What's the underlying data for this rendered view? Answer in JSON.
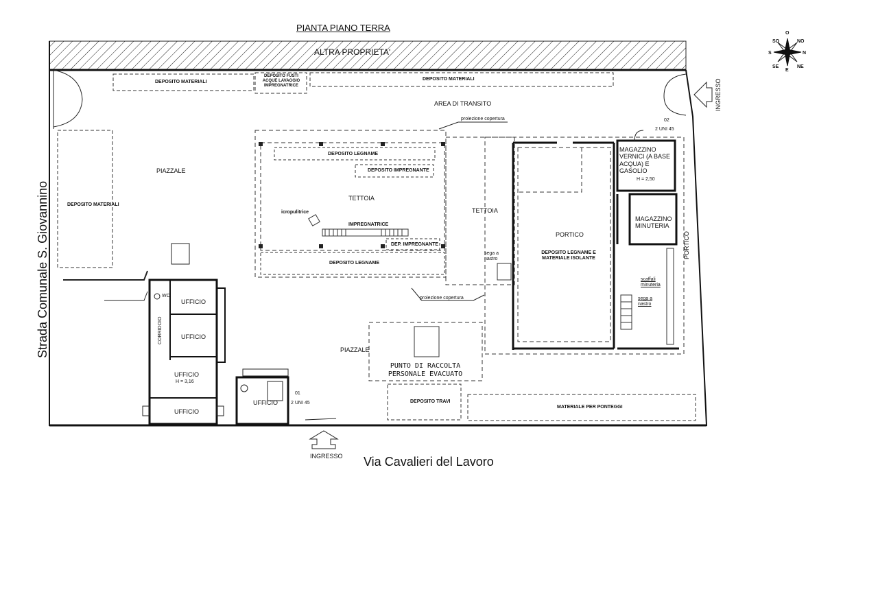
{
  "plan": {
    "title": "PIANTA PIANO TERRA",
    "neighbor": "ALTRA PROPRIETA'",
    "street_bottom": "Via Cavalieri del Lavoro",
    "street_left": "Strada Comunale S. Giovannino",
    "entrance_bottom": "INGRESSO",
    "entrance_right": "INGRESSO"
  },
  "compass": {
    "n": "N",
    "s": "S",
    "e": "E",
    "o": "O",
    "no": "NO",
    "so": "SO",
    "ne": "NE",
    "se": "SE"
  },
  "areas": {
    "deposito_materiali_top_left": "DEPOSITO MATERIALI",
    "deposito_fusti": "DEPOSITO FUSTI ACQUE LAVAGGIO IMPREGNATRICE",
    "deposito_materiali_top_right": "DEPOSITO MATERIALI",
    "area_transito": "AREA DI TRANSITO",
    "proiezione_copertura_top": "proiezione copertura",
    "proiezione_copertura_bottom": "proiezione copertura",
    "piazzale_top": "PIAZZALE",
    "deposito_materiali_left": "DEPOSITO MATERIALI",
    "deposito_legname_top": "DEPOSITO LEGNAME",
    "deposito_impregnante_top": "DEPOSITO IMPREGNANTE",
    "tettoia_left": "TETTOIA",
    "icropulitrice": "icropulitrice",
    "impregnatrice": "IMPREGNATRICE",
    "dep_impregnante": "DEP. IMPREGNANTE",
    "deposito_legname_bottom": "DEPOSITO LEGNAME",
    "tettoia_center": "TETTOIA",
    "sega_nastro_left": "sega a nastro",
    "portico_center": "PORTICO",
    "deposito_legname_isolante": "DEPOSITO LEGNAME E MATERIALE ISOLANTE",
    "magazzino_vernici": "MAGAZZINO VERNICI (A BASE ACQUA) E GASOLIO",
    "h_250": "H = 2,50",
    "magazzino_minuteria": "MAGAZZINO MINUTERIA",
    "portico_side": "PORTICO",
    "scaffali_minuteria": "scaffali minuteria",
    "sega_nastro_right": "sega a nastro",
    "piazzale_bottom": "PIAZZALE",
    "punto_raccolta": "PUNTO DI RACCOLTA PERSONALE EVACUATO",
    "deposito_travi": "DEPOSITO TRAVI",
    "materiale_ponteggi": "MATERIALE PER PONTEGGI",
    "ufficio_1": "UFFICIO",
    "ufficio_2": "UFFICIO",
    "ufficio_3": "UFFICIO",
    "h_316": "H = 3,16",
    "ufficio_4": "UFFICIO",
    "ufficio_5": "UFFICIO",
    "corridoio": "CORRIDOIO",
    "wc": "WC",
    "label_01": "01",
    "label_02": "02",
    "label_02_sub": "2 UNI 45",
    "label_01_sub": "2 UNI 45"
  },
  "colors": {
    "ink": "#1a1a1a",
    "paper": "#ffffff"
  }
}
